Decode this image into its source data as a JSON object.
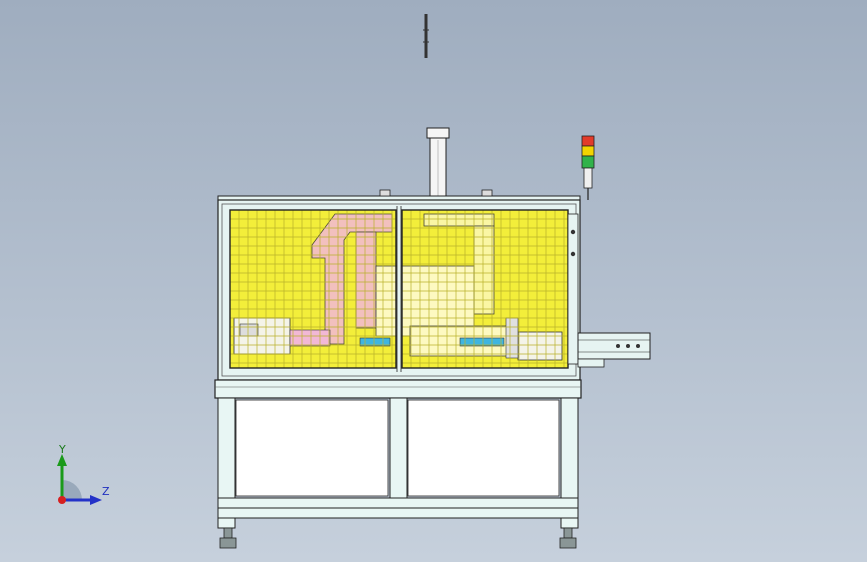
{
  "viewport": {
    "title": "",
    "background_top": "#9fadbf",
    "background_bottom": "#c6d0dc"
  },
  "colors": {
    "frame_fill": "#e6f4f2",
    "frame_line": "#2a2a2a",
    "fence_yellow": "#f3ee3a",
    "fence_grid": "#b8b12a",
    "pink_part": "#f2b8d6",
    "blue_band": "#3fb5e0",
    "cylinder": "#f5f5f5",
    "light_red": "#e23b2a",
    "light_yellow": "#f2d400",
    "light_green": "#30b24a",
    "table_fill": "#e8f6f4",
    "panel_white": "#ffffff"
  },
  "stack_light": {
    "lamps": [
      "red",
      "yellow",
      "green"
    ]
  },
  "triad": {
    "y_label": "Y",
    "z_label": "Z",
    "icons": [
      "y-axis-arrow-icon",
      "z-axis-arrow-icon",
      "origin-dot-icon"
    ]
  }
}
